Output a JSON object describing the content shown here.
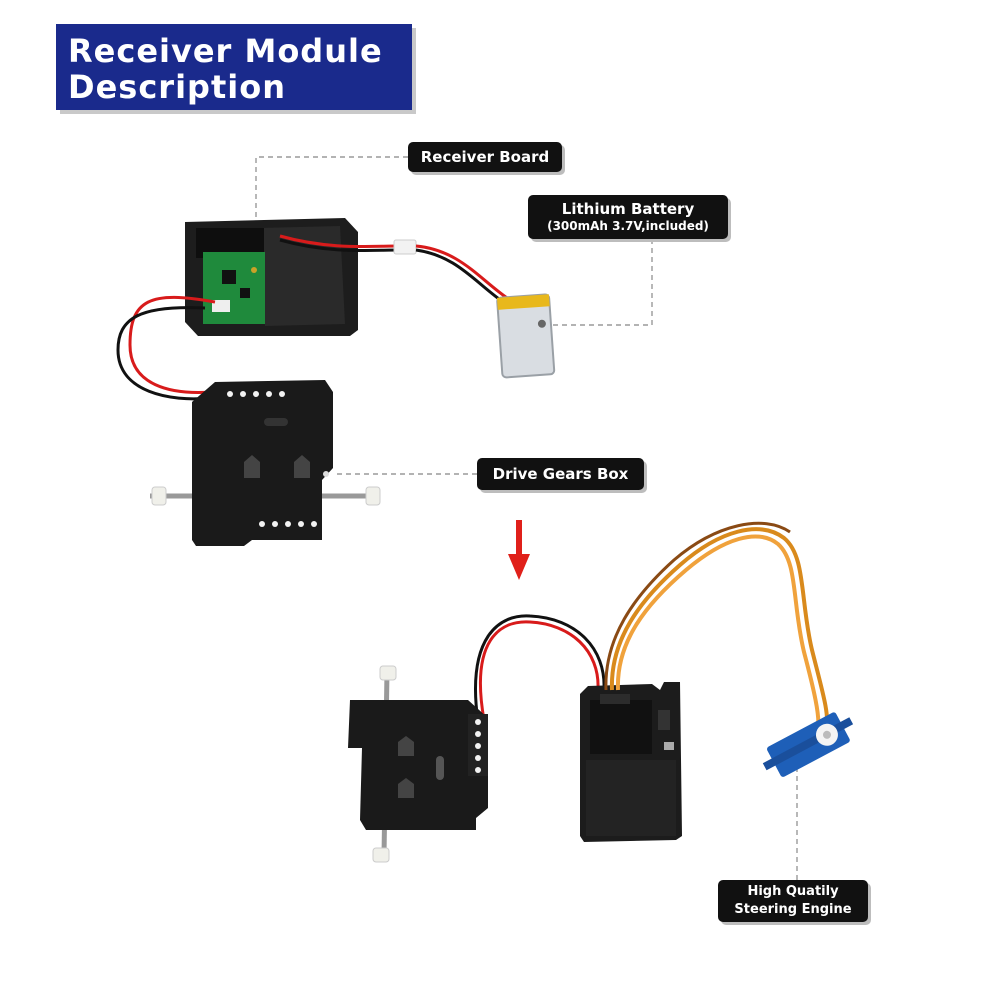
{
  "header": {
    "title_line1": "Receiver Module",
    "title_line2": "Description"
  },
  "labels": {
    "receiver_board": "Receiver Board",
    "lithium_battery": "Lithium Battery",
    "battery_spec": "(300mAh 3.7V,included)",
    "drive_gears_box": "Drive Gears Box",
    "steering_line1": "High Quatily",
    "steering_line2": "Steering Engine"
  },
  "colors": {
    "title_bg": "#1a2a8c",
    "label_bg": "#111111",
    "arrow": "#e0201a",
    "wire_red": "#d81b1b",
    "wire_orange": "#f08a1c",
    "servo_blue": "#1e5fb8"
  }
}
